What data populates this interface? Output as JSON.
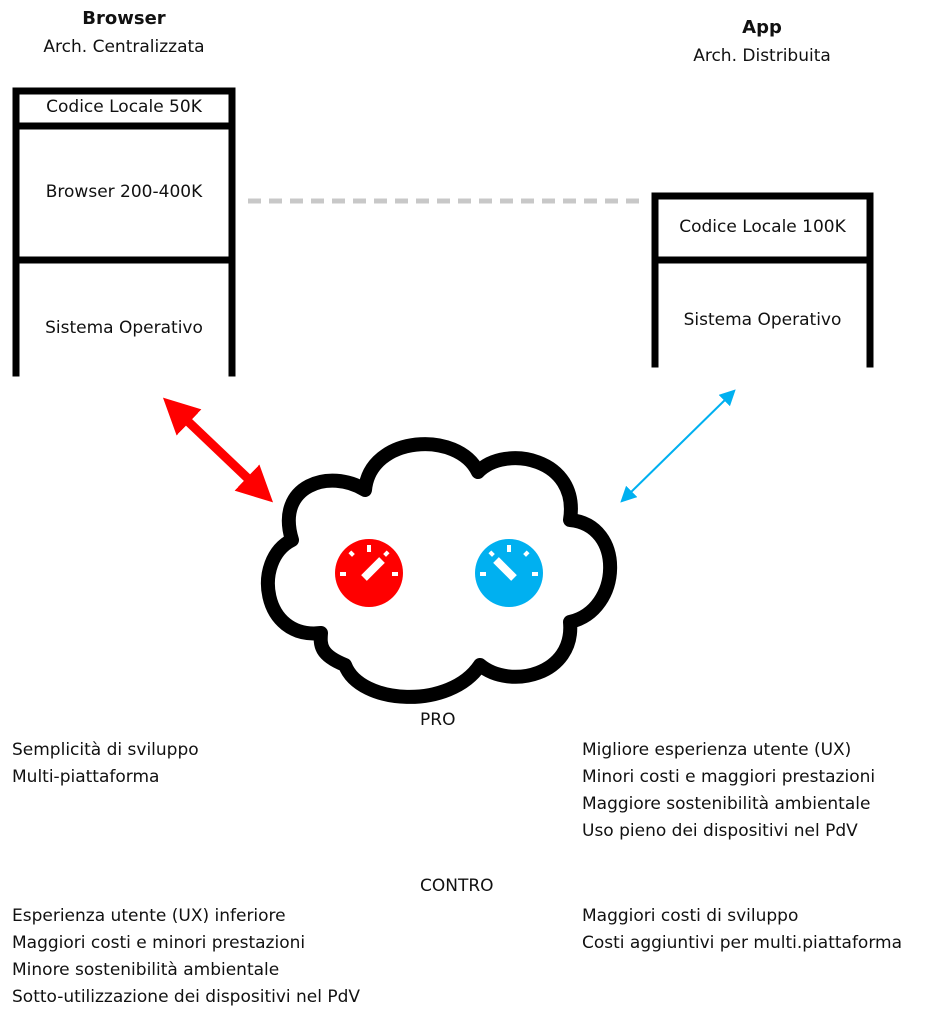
{
  "left": {
    "title": "Browser",
    "subtitle": "Arch. Centralizzata",
    "stack": {
      "top": "Codice Locale 50K",
      "middle": "Browser 200-400K",
      "bottom": "Sistema Operativo"
    }
  },
  "right": {
    "title": "App",
    "subtitle": "Arch. Distribuita",
    "stack": {
      "top": "Codice Locale 100K",
      "bottom": "Sistema Operativo"
    }
  },
  "colors": {
    "left_accent": "#ff0000",
    "right_accent": "#00b0f0",
    "connector": "#c8c8c8",
    "outline": "#000000"
  },
  "icons": {
    "cloud": "cloud-icon",
    "left_gauge": "red-gauge-icon",
    "right_gauge": "blue-gauge-icon"
  },
  "pro": {
    "label": "PRO",
    "left": [
      "Semplicità di sviluppo",
      "Multi-piattaforma"
    ],
    "right": [
      "Migliore esperienza utente (UX)",
      "Minori costi e maggiori prestazioni",
      "Maggiore sostenibilità ambientale",
      "Uso pieno dei dispositivi nel PdV"
    ]
  },
  "contro": {
    "label": "CONTRO",
    "left": [
      "Esperienza utente (UX) inferiore",
      "Maggiori costi e minori prestazioni",
      "Minore sostenibilità ambientale",
      "Sotto-utilizzazione dei dispositivi nel PdV"
    ],
    "right": [
      "Maggiori costi di sviluppo",
      "Costi aggiuntivi per multi.piattaforma"
    ]
  }
}
